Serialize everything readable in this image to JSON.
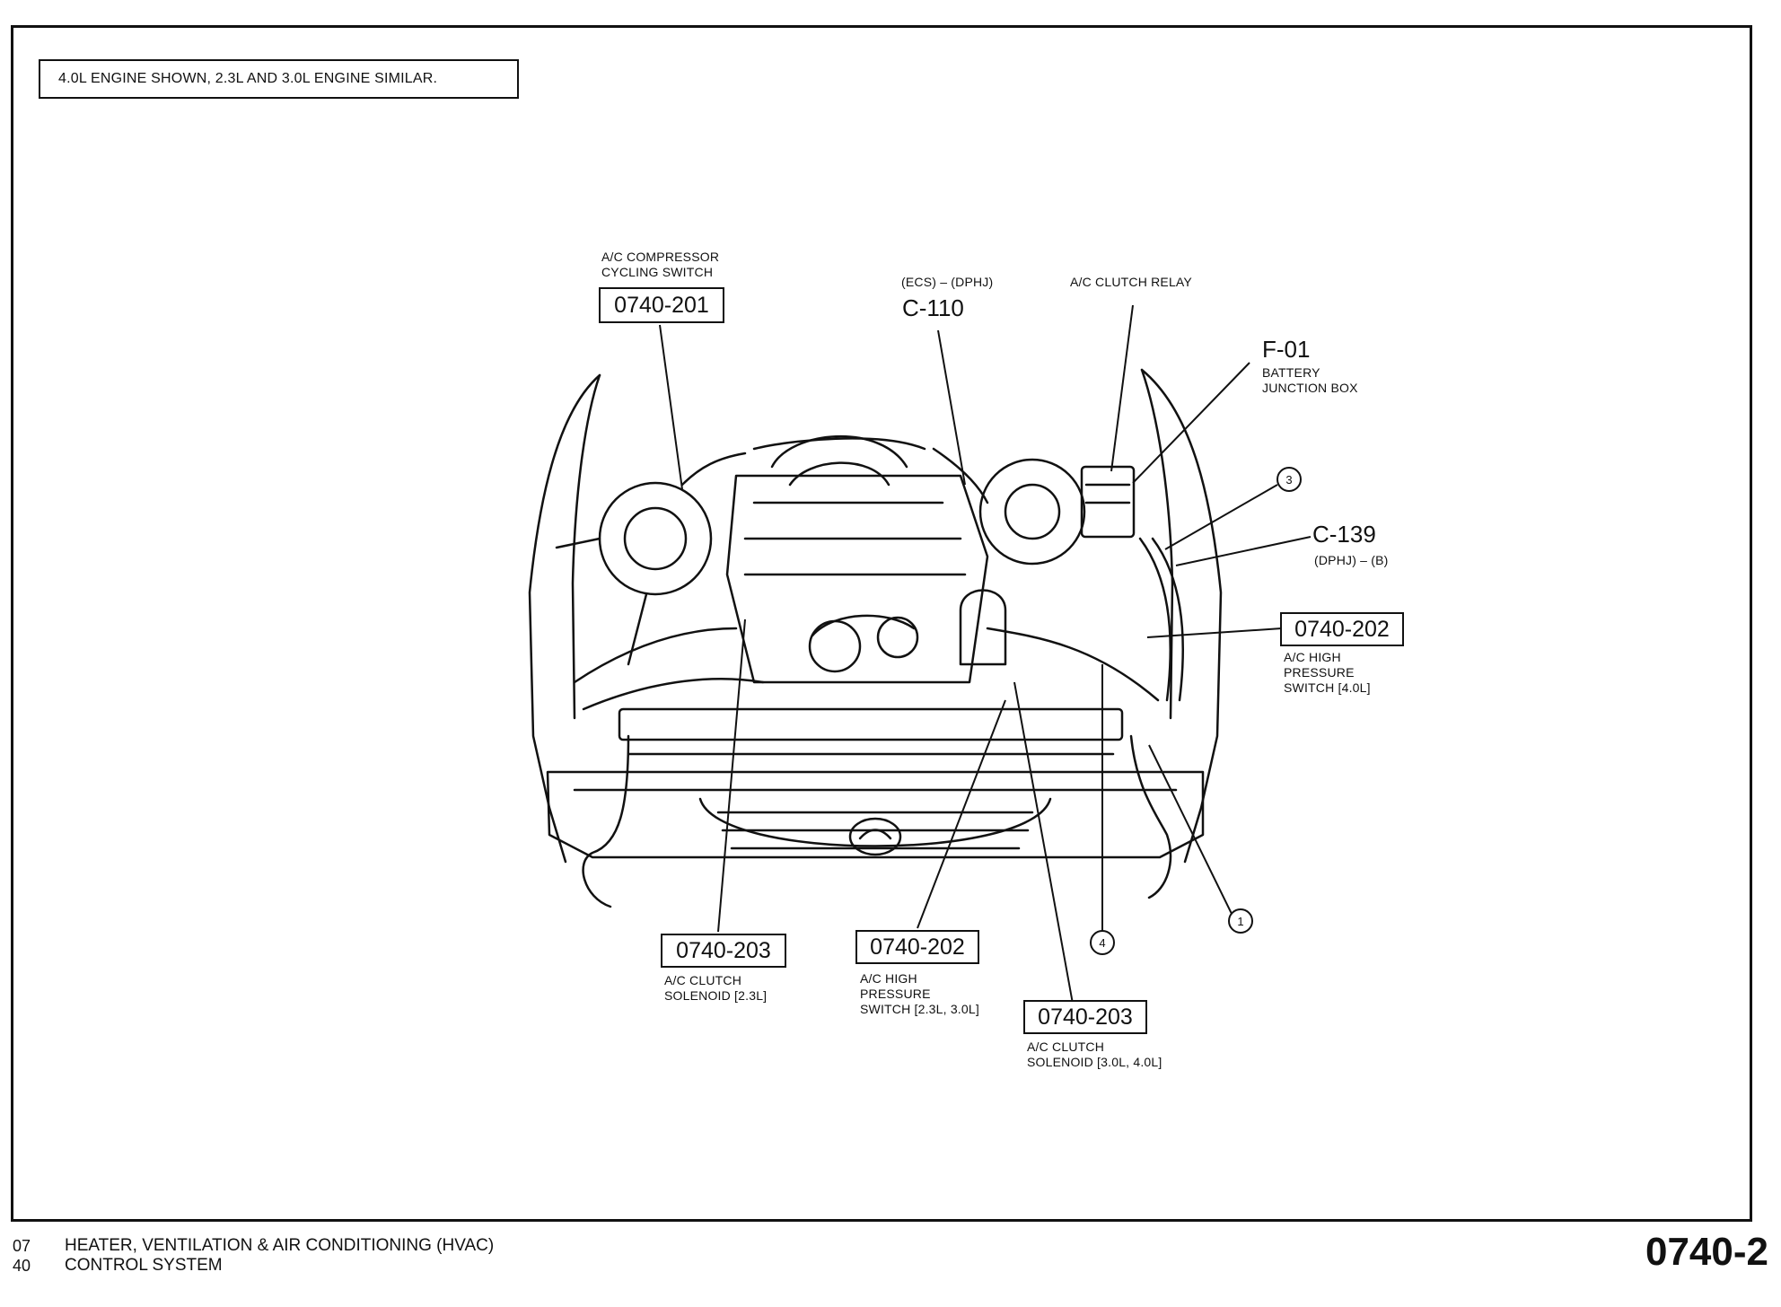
{
  "note": "4.0L ENGINE SHOWN, 2.3L AND 3.0L ENGINE SIMILAR.",
  "labels": {
    "compressor_switch": {
      "line1": "A/C COMPRESSOR",
      "line2": "CYCLING SWITCH",
      "code": "0740-201"
    },
    "c110": {
      "sub": "(ECS) – (DPHJ)",
      "code": "C-110"
    },
    "clutch_relay": {
      "line1": "A/C CLUTCH RELAY"
    },
    "f01": {
      "code": "F-01",
      "line1": "BATTERY",
      "line2": "JUNCTION BOX"
    },
    "c139": {
      "code": "C-139",
      "sub": "(DPHJ) – (B)"
    },
    "high_pressure_40": {
      "code": "0740-202",
      "line1": "A/C HIGH",
      "line2": "PRESSURE",
      "line3": "SWITCH [4.0L]"
    },
    "clutch_solenoid_23": {
      "code": "0740-203",
      "line1": "A/C CLUTCH",
      "line2": "SOLENOID [2.3L]"
    },
    "high_pressure_23_30": {
      "code": "0740-202",
      "line1": "A/C HIGH",
      "line2": "PRESSURE",
      "line3": "SWITCH [2.3L, 3.0L]"
    },
    "clutch_solenoid_30_40": {
      "code": "0740-203",
      "line1": "A/C CLUTCH",
      "line2": "SOLENOID [3.0L, 4.0L]"
    }
  },
  "callouts": [
    "1",
    "3",
    "4"
  ],
  "footer": {
    "row1_num": "07",
    "row1_text": "HEATER, VENTILATION & AIR CONDITIONING (HVAC)",
    "row2_num": "40",
    "row2_text": "CONTROL SYSTEM",
    "page": "0740-2"
  }
}
